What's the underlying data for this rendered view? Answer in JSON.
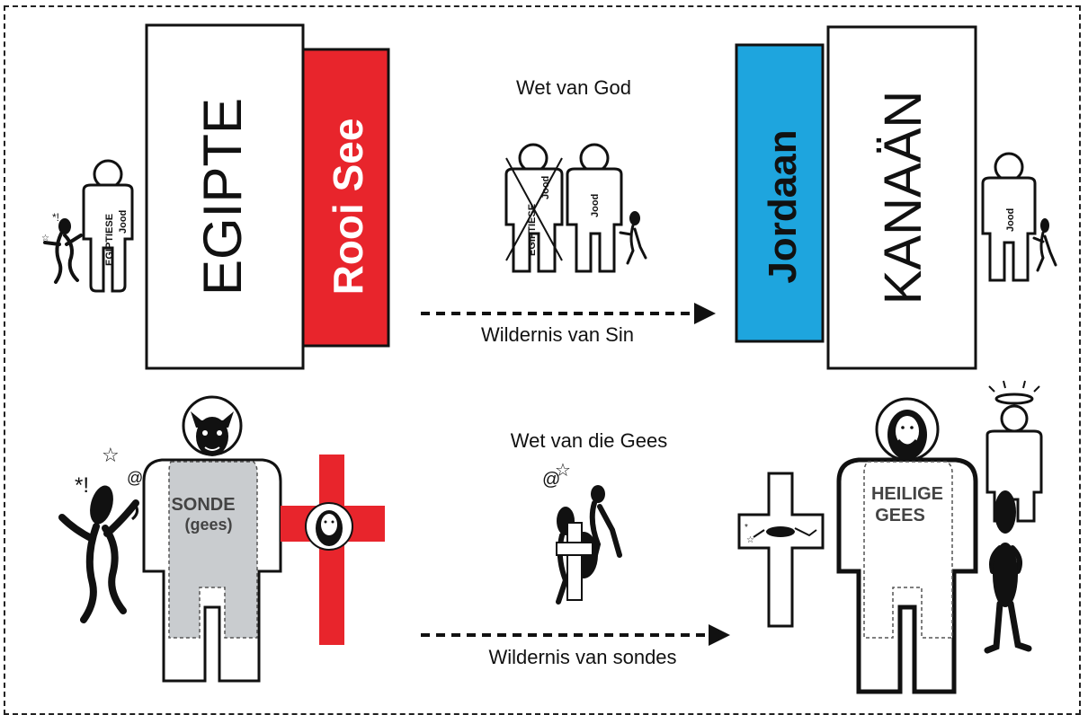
{
  "top": {
    "egypt_block": "EGIPTE",
    "red_sea": "Rooi See",
    "jordan": "Jordaan",
    "canaan": "KANAÄN",
    "law_label": "Wet van God",
    "wilderness_label": "Wildernis van Sin",
    "person_left_labels": [
      "EGIPTIESE",
      "Jood"
    ],
    "person_mid_left_labels": [
      "EGIPTIESE",
      "Jood"
    ],
    "person_mid_right_label": "Jood",
    "person_right_label": "Jood"
  },
  "bottom": {
    "law_label": "Wet van die Gees",
    "wilderness_label": "Wildernis van sondes",
    "sin_spirit_label": [
      "SONDE",
      "(gees)"
    ],
    "holy_spirit_label": [
      "HEILIGE",
      "GEES"
    ]
  },
  "colors": {
    "red_sea": "#e8252c",
    "jordan": "#1ea5de",
    "cross_red": "#e8252c",
    "sin_gray": "#c9cccf",
    "ink": "#111111"
  },
  "icons": {
    "arrow": "dashed-right-arrow",
    "person": "person-outline-icon",
    "devil": "devil-face-icon",
    "jesus": "jesus-face-icon",
    "cross": "cross-icon",
    "stickman": "dancing-stickman-icon",
    "halo": "halo-icon"
  }
}
